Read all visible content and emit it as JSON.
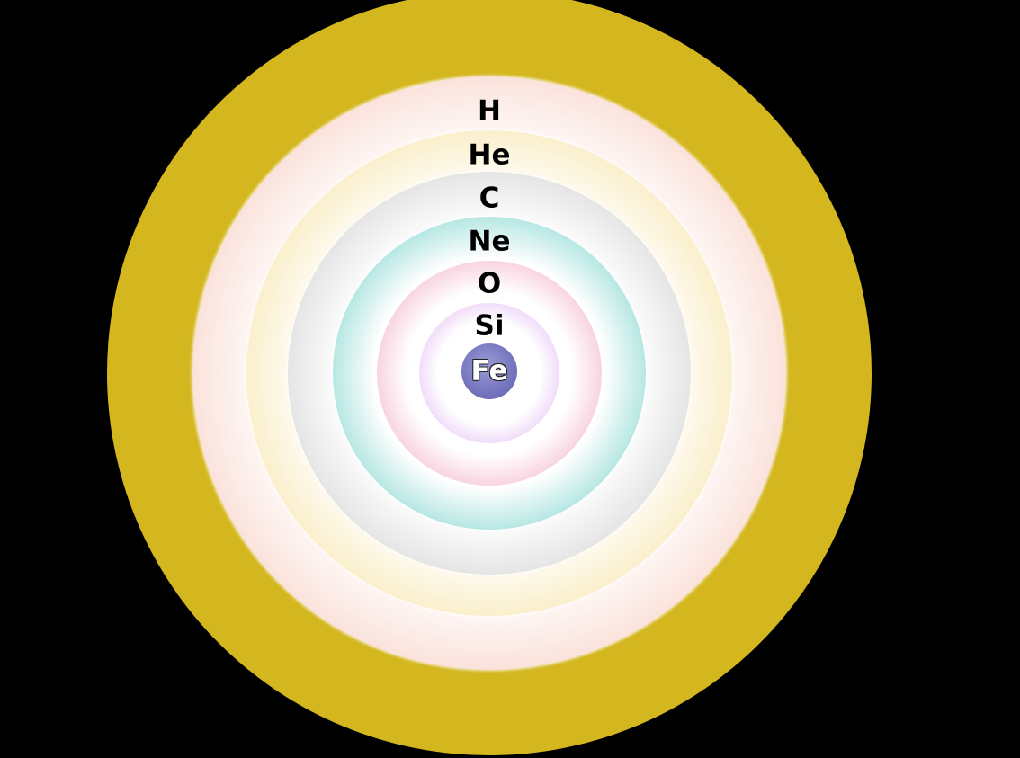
{
  "diagram": {
    "layers": [
      {
        "id": "h",
        "label": "H",
        "color": "#f4b6a4"
      },
      {
        "id": "he",
        "label": "He",
        "color": "#f3d77c"
      },
      {
        "id": "c",
        "label": "C",
        "color": "#bdbdbd"
      },
      {
        "id": "ne",
        "label": "Ne",
        "color": "#45c2b8"
      },
      {
        "id": "o",
        "label": "O",
        "color": "#ee92ae"
      },
      {
        "id": "si",
        "label": "Si",
        "color": "#dba6ef"
      },
      {
        "id": "fe",
        "label": "Fe",
        "color": "#7475bd"
      }
    ],
    "glow_color": "#d4b61e",
    "background_color": "#000000"
  }
}
